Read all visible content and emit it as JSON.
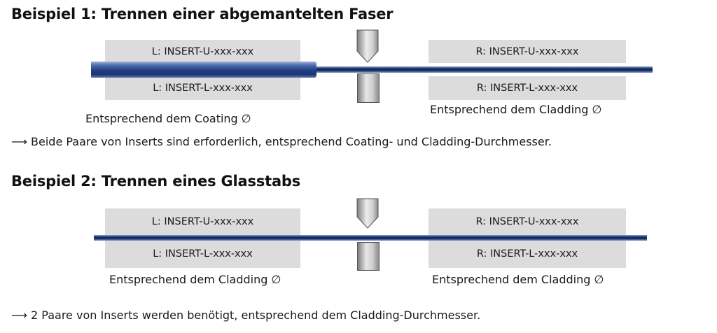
{
  "example1": {
    "title": "Beispiel 1: Trennen einer abgemantelten Faser",
    "left_upper": "L: INSERT-U-xxx-xxx",
    "left_lower": "L: INSERT-L-xxx-xxx",
    "right_upper": "R: INSERT-U-xxx-xxx",
    "right_lower": "R: INSERT-L-xxx-xxx",
    "left_caption": "Entsprechend dem Coating ∅",
    "right_caption": "Entsprechend dem Cladding ∅",
    "note": "⟶ Beide Paare von Inserts sind erforderlich, entsprechend Coating- und Cladding-Durchmesser."
  },
  "example2": {
    "title": "Beispiel 2: Trennen eines Glasstabs",
    "left_upper": "L: INSERT-U-xxx-xxx",
    "left_lower": "L: INSERT-L-xxx-xxx",
    "right_upper": "R: INSERT-U-xxx-xxx",
    "right_lower": "R: INSERT-L-xxx-xxx",
    "left_caption": "Entsprechend dem Cladding ∅",
    "right_caption": "Entsprechend dem Cladding ∅",
    "note": "⟶ 2 Paare von Inserts werden benötigt, entsprechend dem Cladding-Durchmesser."
  },
  "colors": {
    "insert_box": "#dcdcdc",
    "fiber_dark": "#1b3573",
    "fiber_light": "#8aa0c8",
    "blade": "#c8c8c8"
  }
}
